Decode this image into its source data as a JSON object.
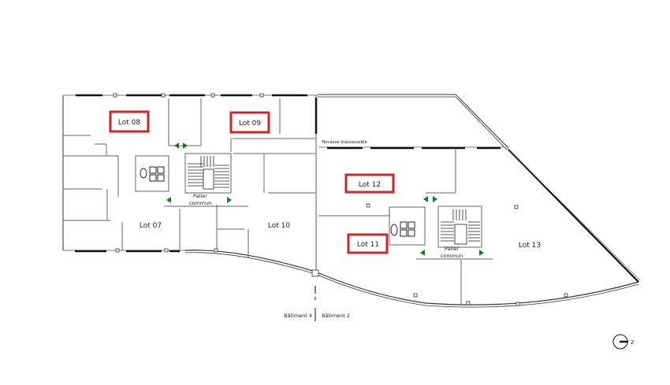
{
  "plan": {
    "type": "floor-plan",
    "lots": [
      {
        "id": "lot-08",
        "label": "Lot 08",
        "highlighted": true
      },
      {
        "id": "lot-09",
        "label": "Lot 09",
        "highlighted": true
      },
      {
        "id": "lot-07",
        "label": "Lot 07",
        "highlighted": false
      },
      {
        "id": "lot-10",
        "label": "Lot 10",
        "highlighted": false
      },
      {
        "id": "lot-12",
        "label": "Lot 12",
        "highlighted": true
      },
      {
        "id": "lot-11",
        "label": "Lot 11",
        "highlighted": true
      },
      {
        "id": "lot-13",
        "label": "Lot 13",
        "highlighted": false
      }
    ],
    "landings": [
      {
        "line1": "Palier",
        "line2": "commun"
      },
      {
        "line1": "Palier",
        "line2": "commun"
      }
    ],
    "terrace_label": "Terrasse inaccessible",
    "buildings": {
      "left": "Bâtiment 4",
      "right": "Bâtiment 2"
    },
    "north_arrow": {
      "label": "Z",
      "icon": "north-arrow-icon"
    },
    "colors": {
      "highlight": "#d0232a",
      "exit_arrow": "#1a7a1a",
      "wall": "#111111",
      "thin_wall": "#777777"
    }
  }
}
